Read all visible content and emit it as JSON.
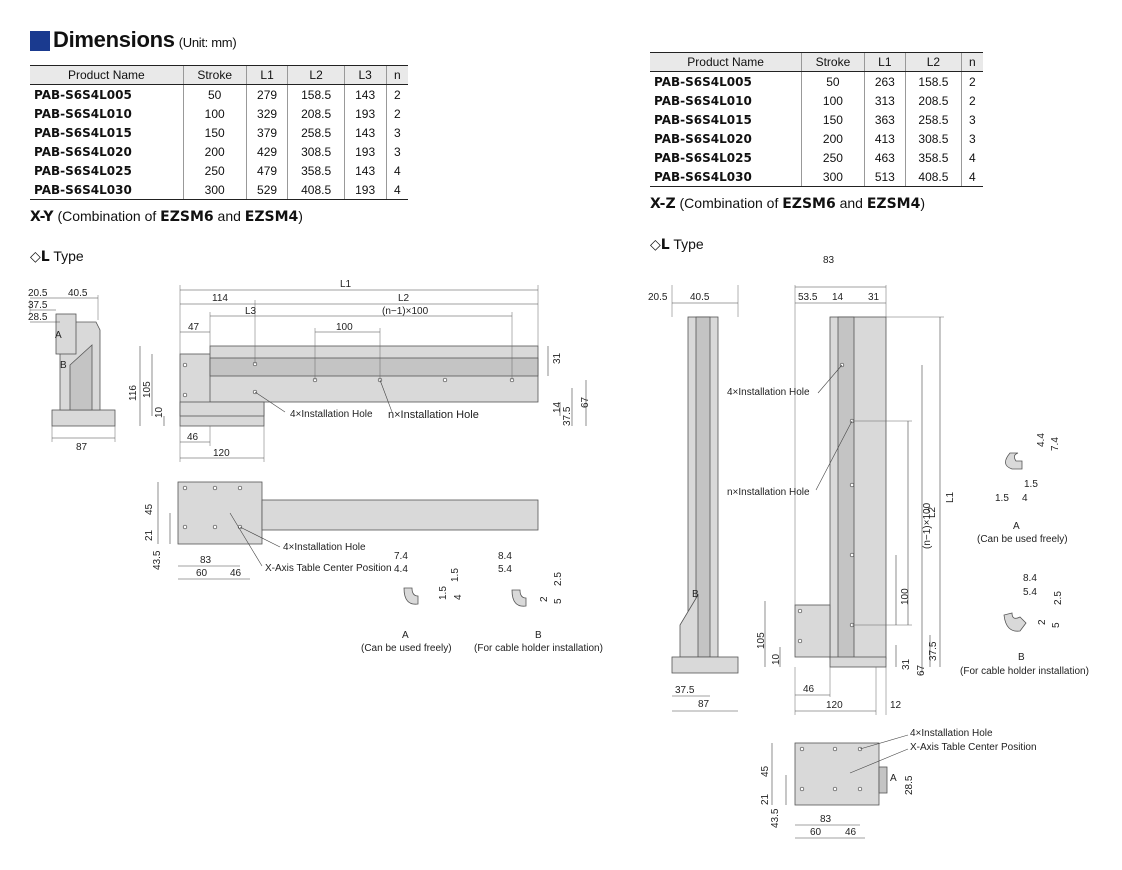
{
  "header": {
    "title": "Dimensions",
    "unit": "(Unit: mm)"
  },
  "table_xy": {
    "columns": [
      "Product Name",
      "Stroke",
      "L1",
      "L2",
      "L3",
      "n"
    ],
    "rows": [
      [
        "PAB-S6S4L005",
        "50",
        "279",
        "158.5",
        "143",
        "2"
      ],
      [
        "PAB-S6S4L010",
        "100",
        "329",
        "208.5",
        "193",
        "2"
      ],
      [
        "PAB-S6S4L015",
        "150",
        "379",
        "258.5",
        "143",
        "3"
      ],
      [
        "PAB-S6S4L020",
        "200",
        "429",
        "308.5",
        "193",
        "3"
      ],
      [
        "PAB-S6S4L025",
        "250",
        "479",
        "358.5",
        "143",
        "4"
      ],
      [
        "PAB-S6S4L030",
        "300",
        "529",
        "408.5",
        "193",
        "4"
      ]
    ]
  },
  "table_xz": {
    "columns": [
      "Product Name",
      "Stroke",
      "L1",
      "L2",
      "n"
    ],
    "rows": [
      [
        "PAB-S6S4L005",
        "50",
        "263",
        "158.5",
        "2"
      ],
      [
        "PAB-S6S4L010",
        "100",
        "313",
        "208.5",
        "2"
      ],
      [
        "PAB-S6S4L015",
        "150",
        "363",
        "258.5",
        "3"
      ],
      [
        "PAB-S6S4L020",
        "200",
        "413",
        "308.5",
        "3"
      ],
      [
        "PAB-S6S4L025",
        "250",
        "463",
        "358.5",
        "4"
      ],
      [
        "PAB-S6S4L030",
        "300",
        "513",
        "408.5",
        "4"
      ]
    ]
  },
  "xy": {
    "label": "X-Y",
    "combo_pre": "(Combination of ",
    "m1": "EZSM6",
    "combo_and": " and ",
    "m2": "EZSM4",
    "combo_post": ")",
    "type_label": "L",
    "type_suffix": " Type",
    "dims": {
      "d20_5": "20.5",
      "d40_5": "40.5",
      "d37_5": "37.5",
      "d28_5": "28.5",
      "A": "A",
      "B": "B",
      "d87": "87",
      "L1": "L1",
      "d114": "114",
      "L2": "L2",
      "L3": "L3",
      "n100": "(n−1)×100",
      "d47": "47",
      "d100": "100",
      "d116": "116",
      "d105": "105",
      "d10": "10",
      "d31": "31",
      "d14": "14",
      "d37_5b": "37.5",
      "d67": "67",
      "d46": "46",
      "d120": "120",
      "inst4": "4×Installation Hole",
      "instn": "n×Installation Hole",
      "d45": "45",
      "d21": "21",
      "d43_5": "43.5",
      "d83": "83",
      "d60": "60",
      "d46b": "46",
      "inst4b": "4×Installation Hole",
      "center": "X-Axis Table Center Position",
      "a74": "7.4",
      "a44": "4.4",
      "a15": "1.5",
      "a15b": "1.5",
      "a4": "4",
      "b84": "8.4",
      "b54": "5.4",
      "b25": "2.5",
      "b2": "2",
      "b5": "5",
      "detA": "A",
      "detA2": "(Can be used freely)",
      "detB": "B",
      "detB2": "(For cable holder installation)"
    }
  },
  "xz": {
    "label": "X-Z",
    "combo_pre": "(Combination of ",
    "m1": "EZSM6",
    "combo_and": " and ",
    "m2": "EZSM4",
    "combo_post": ")",
    "type_label": "L",
    "type_suffix": " Type",
    "dims": {
      "d20_5": "20.5",
      "d40_5": "40.5",
      "d83": "83",
      "d53_5": "53.5",
      "d14": "14",
      "d31": "31",
      "inst4": "4×Installation Hole",
      "instn": "n×Installation Hole",
      "n100": "(n−1)×100",
      "L2": "L2",
      "L1": "L1",
      "d100": "100",
      "B": "B",
      "d105": "105",
      "d10": "10",
      "d31b": "31",
      "d37_5": "37.5",
      "d67": "67",
      "d37_5b": "37.5",
      "d87": "87",
      "d46": "46",
      "d120": "120",
      "d12": "12",
      "a44": "4.4",
      "a74": "7.4",
      "a15": "1.5",
      "a15b": "1.5",
      "a4": "4",
      "detA": "A",
      "detA2": "(Can be used freely)",
      "b84": "8.4",
      "b54": "5.4",
      "b25": "2.5",
      "b2": "2",
      "b5": "5",
      "detB": "B",
      "detB2": "(For cable holder installation)",
      "inst4b": "4×Installation Hole",
      "center": "X-Axis Table Center Position",
      "d45": "45",
      "d21": "21",
      "d43_5": "43.5",
      "d83b": "83",
      "d60": "60",
      "d46b": "46",
      "A": "A",
      "d28_5": "28.5"
    }
  }
}
